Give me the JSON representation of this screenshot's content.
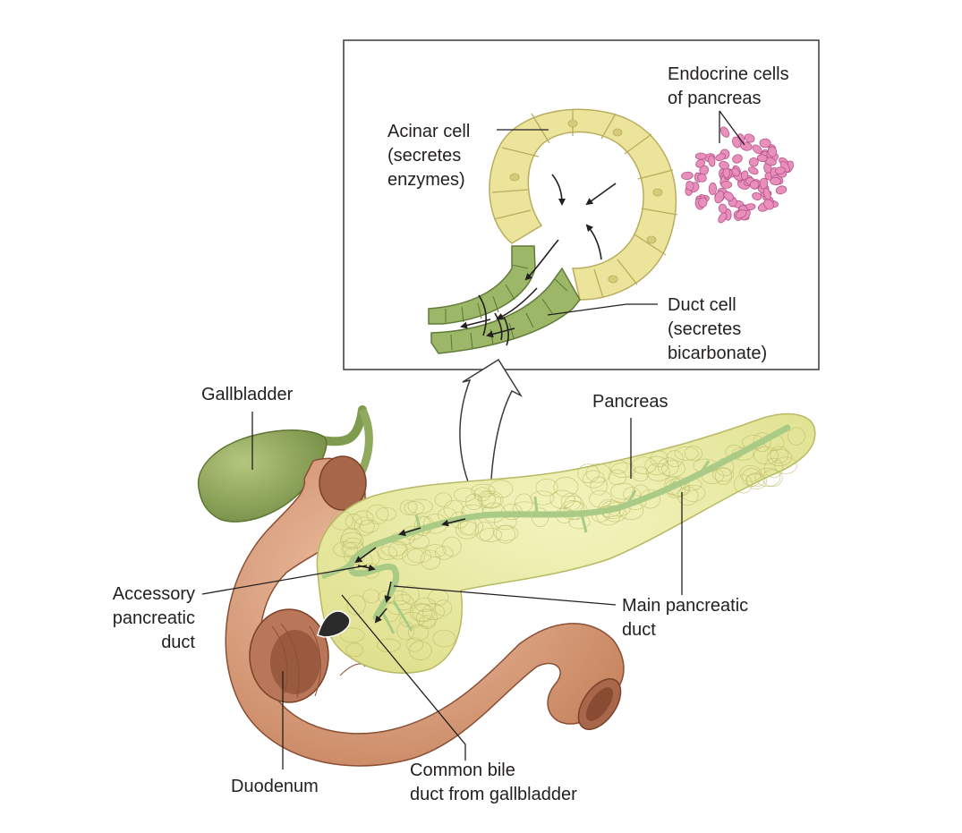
{
  "labels": {
    "endocrine_1": "Endocrine cells",
    "endocrine_2": "of pancreas",
    "acinar_1": "Acinar cell",
    "acinar_2": "(secretes",
    "acinar_3": "enzymes)",
    "duct_cell_1": "Duct cell",
    "duct_cell_2": "(secretes",
    "duct_cell_3": "bicarbonate)",
    "gallbladder": "Gallbladder",
    "pancreas": "Pancreas",
    "accessory_1": "Accessory",
    "accessory_2": "pancreatic",
    "accessory_3": "duct",
    "main_duct_1": "Main pancreatic",
    "main_duct_2": "duct",
    "duodenum": "Duodenum",
    "bile_1": "Common bile",
    "bile_2": "duct from gallbladder"
  },
  "colors": {
    "acinar": "#ece49a",
    "acinar_stroke": "#b8ad5e",
    "duct_cell": "#9bb767",
    "duct_cell_stroke": "#627a3a",
    "endocrine": "#e98fbb",
    "endocrine_stroke": "#b65489",
    "pancreas": "#e9eb9f",
    "pancreas_stroke": "#b8b964",
    "duodenum": "#d89f80",
    "duodenum_dark": "#a8664a",
    "gallbladder": "#8fa55a",
    "duct": "#aacb86"
  }
}
